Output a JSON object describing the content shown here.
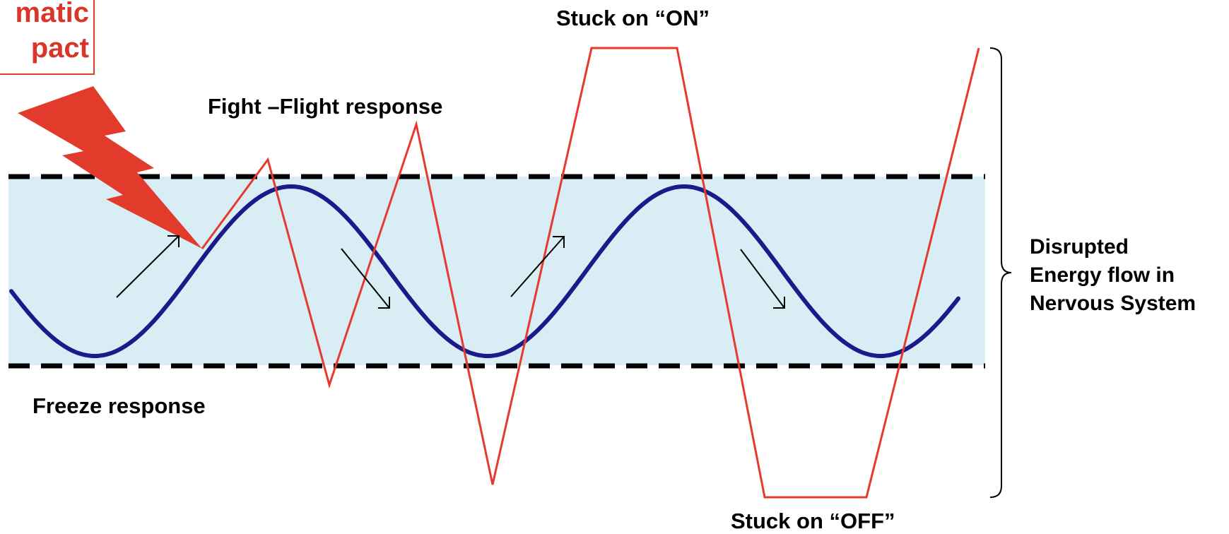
{
  "impact_label": {
    "line1": "matic",
    "line2": "pact"
  },
  "labels": {
    "stuck_on": "Stuck on “ON”",
    "fight_flight": "Fight –Flight response",
    "freeze": "Freeze response",
    "stuck_off": "Stuck on “OFF”",
    "disrupted_line1": "Disrupted",
    "disrupted_line2": "Energy flow in",
    "disrupted_line3": "Nervous System"
  },
  "colors": {
    "band_fill": "#d8edf4",
    "sine_wave": "#1b1a8a",
    "disrupted_line": "#e8392e",
    "lightning": "#e23b2b",
    "dashed_boundary": "#000000",
    "arrow": "#000000"
  },
  "icons": {
    "impact": "lightning-bolt-icon",
    "bracket": "curly-brace-icon"
  }
}
